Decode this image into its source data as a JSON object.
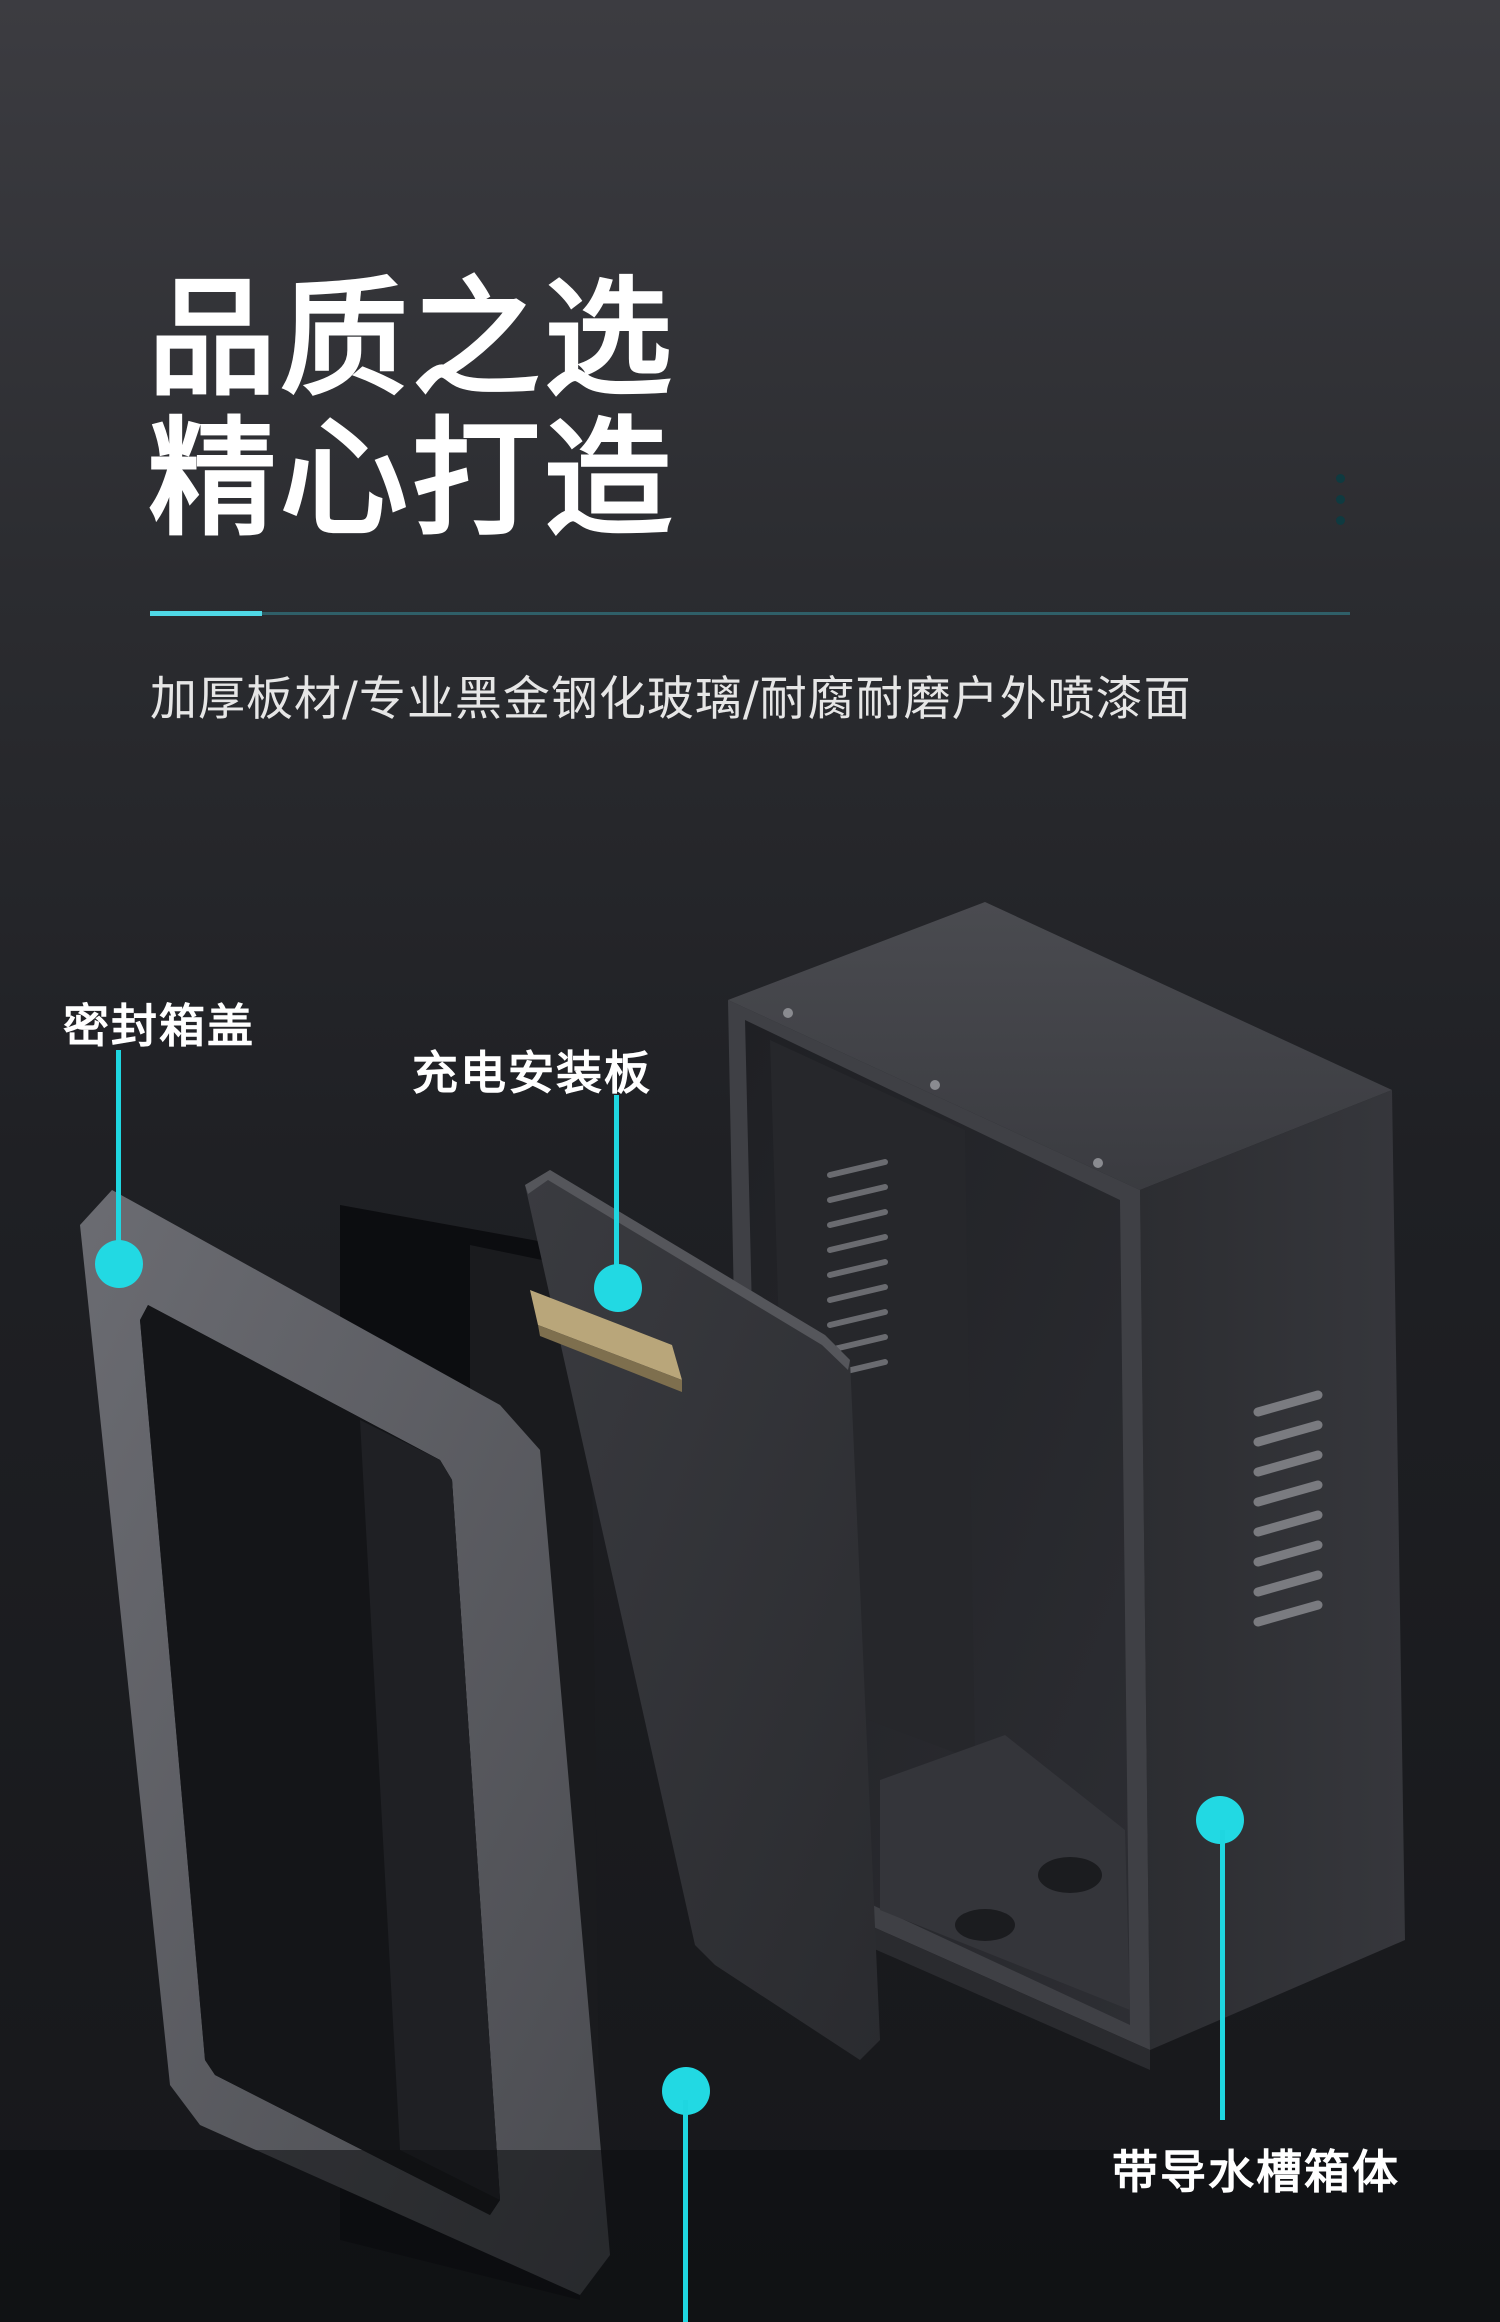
{
  "headline": {
    "line1": "品质之选",
    "line2": "精心打造"
  },
  "subtitle": "加厚板材/专业黑金钢化玻璃/耐腐耐磨户外喷漆面",
  "colors": {
    "accent": "#22d9e3",
    "background": "#2b2c30",
    "text": "#ffffff"
  },
  "callouts": {
    "cover": "密封箱盖",
    "mount_plate": "充电安装板",
    "box_body": "带导水槽箱体"
  }
}
